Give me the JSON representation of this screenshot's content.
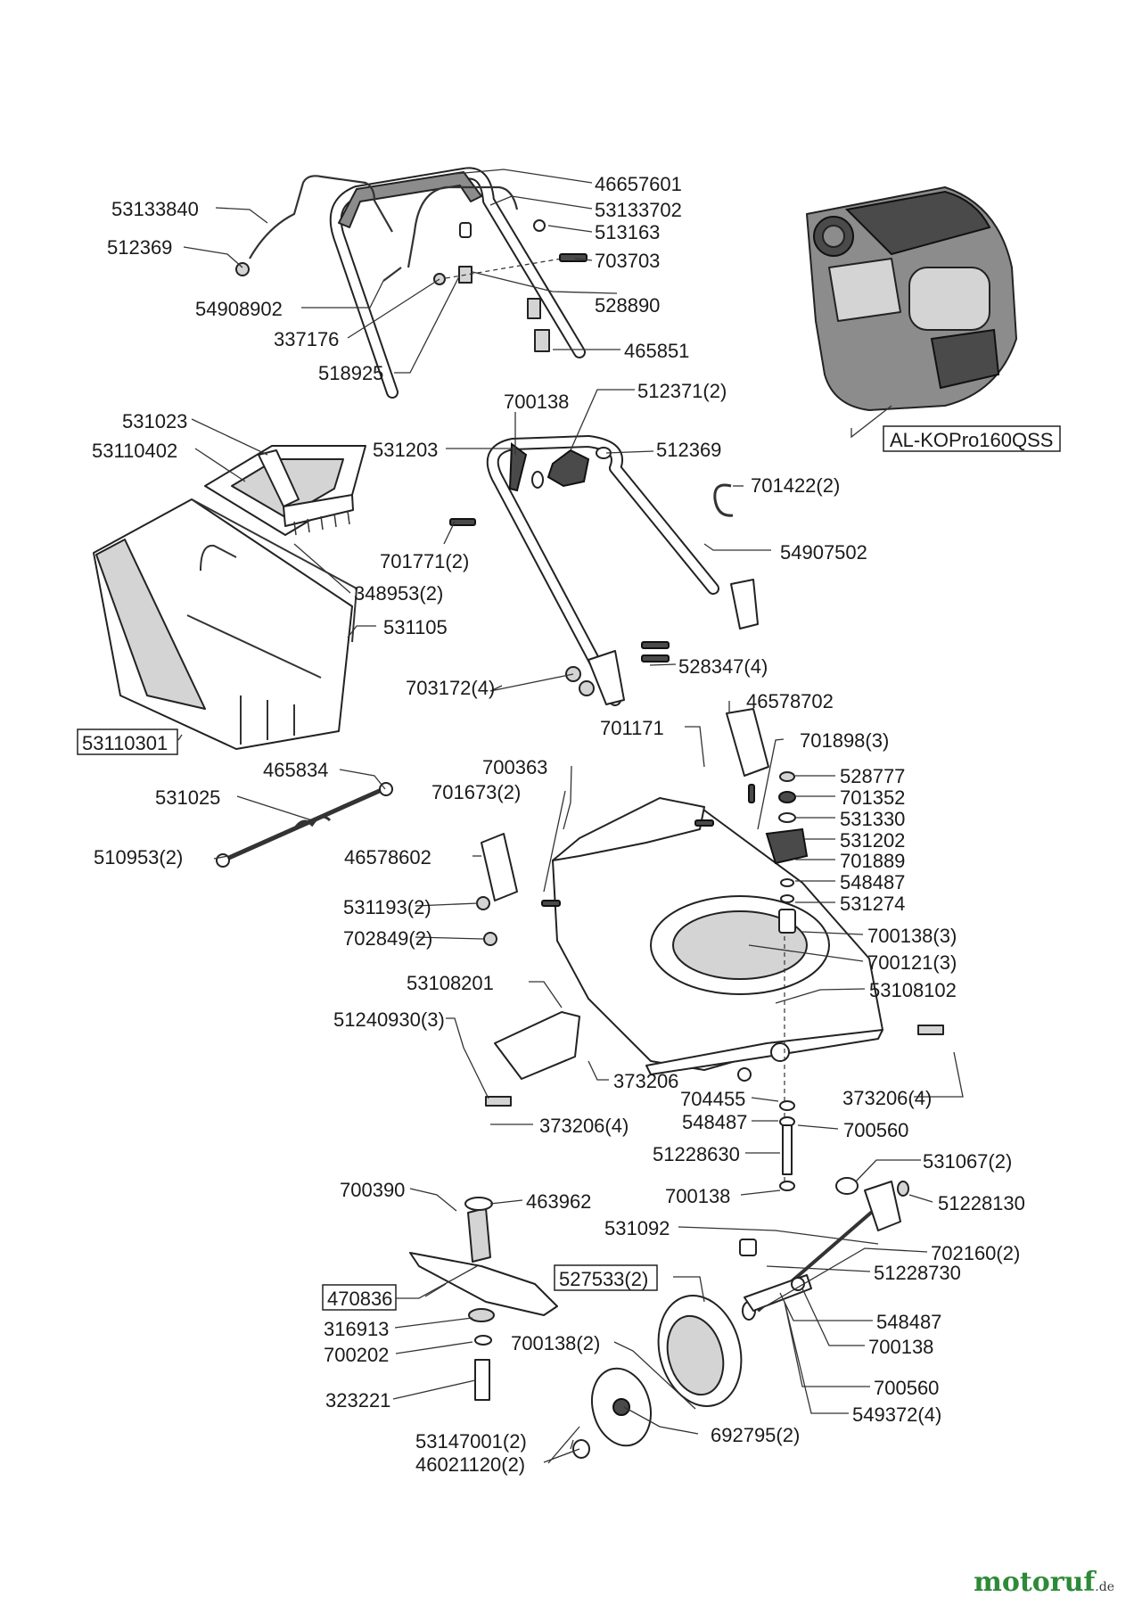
{
  "labels": {
    "l46657601": "46657601",
    "l53133840": "53133840",
    "l53133702": "53133702",
    "l512369a": "512369",
    "l513163": "513163",
    "l703703": "703703",
    "l54908902": "54908902",
    "l528890": "528890",
    "l337176": "337176",
    "l465851": "465851",
    "l518925": "518925",
    "l700138a": "700138",
    "l5123712": "512371(2)",
    "l531023": "531023",
    "l53110402": "53110402",
    "l531203": "531203",
    "l512369b": "512369",
    "l7014222": "701422(2)",
    "l54907502": "54907502",
    "l7017712": "701771(2)",
    "l3489532": "348953(2)",
    "l531105": "531105",
    "l5283474": "528347(4)",
    "l7031724": "703172(4)",
    "l46578702": "46578702",
    "l701171": "701171",
    "l7018983": "701898(3)",
    "l700363": "700363",
    "l7016732": "701673(2)",
    "l465834": "465834",
    "l528777": "528777",
    "l531025": "531025",
    "l701352": "701352",
    "l531330": "531330",
    "l531202": "531202",
    "l5109532": "510953(2)",
    "l46578602": "46578602",
    "l701889": "701889",
    "l548487a": "548487",
    "l5311932": "531193(2)",
    "l531274": "531274",
    "l7028492": "702849(2)",
    "l7001383": "700138(3)",
    "l7001213": "700121(3)",
    "l53108201": "53108201",
    "l53108102": "53108102",
    "l512409303": "51240930(3)",
    "l373206": "373206",
    "l3732064a": "373206(4)",
    "l704455": "704455",
    "l3732064b": "373206(4)",
    "l548487b": "548487",
    "l700560a": "700560",
    "l51228630": "51228630",
    "l5310672": "531067(2)",
    "l700390": "700390",
    "l700138b": "700138",
    "l51228130": "51228130",
    "l463962": "463962",
    "l531092": "531092",
    "l7021602": "702160(2)",
    "l51228730": "51228730",
    "l316913": "316913",
    "l548487c": "548487",
    "l700138c2": "700138(2)",
    "l700138d": "700138",
    "l700202": "700202",
    "l700560b": "700560",
    "l323221": "323221",
    "l5493724": "549372(4)",
    "l531470012": "53147001(2)",
    "l6927952": "692795(2)",
    "l460211202": "46021120(2)"
  },
  "boxed": {
    "engine": "AL-KOPro160QSS",
    "catcher": "53110301",
    "blade": "470836",
    "wheel": "527533(2)"
  },
  "brand": {
    "name": "motoruf",
    "domain": ".de"
  }
}
